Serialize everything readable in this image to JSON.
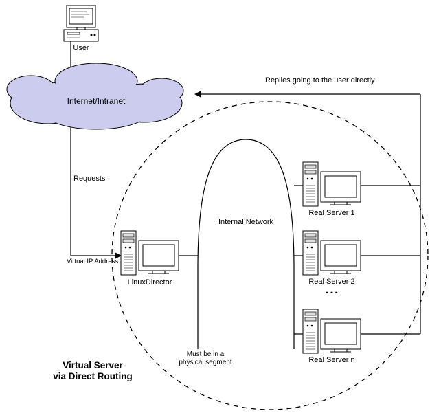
{
  "colors": {
    "cloud_fill": "#ccccee",
    "line": "#000000"
  },
  "nodes": {
    "user": {
      "label": "User"
    },
    "cloud": {
      "label": "Internet/Intranet"
    },
    "director": {
      "label": "LinuxDirector"
    },
    "real_servers": [
      {
        "label": "Real Server 1"
      },
      {
        "label": "Real Server 2"
      },
      {
        "label": "Real Server n"
      }
    ],
    "ellipsis": "- - -",
    "internal_network": {
      "label": "Internal Network",
      "note_line1": "Must be in a",
      "note_line2": "physical segment"
    }
  },
  "edges": {
    "requests": "Requests",
    "virtual_ip": "Virtual IP Address",
    "replies": "Replies going to the user directly"
  },
  "title": {
    "line1": "Virtual Server",
    "line2": "via Direct Routing"
  }
}
